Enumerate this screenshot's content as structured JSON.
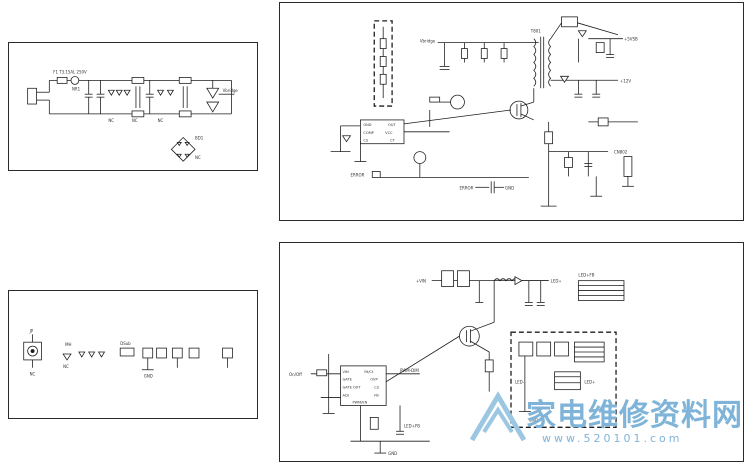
{
  "panel_input": {
    "fuse": "F1 T3.15AL 250V",
    "varistor": "NR1",
    "bridge": "BD1",
    "nc_label": "NC",
    "vbridge": "Vbridge"
  },
  "panel_flyback": {
    "vbridge": "Vbridge",
    "controller_pins": [
      "GND",
      "OUT",
      "COMP",
      "VCC",
      "CS",
      "CT"
    ],
    "transformer": "T801",
    "rail_5vsb": "+5VSB",
    "rail_12v": "+12V",
    "feedback": "ERROR",
    "gnd": "GND",
    "cn_name": "CN802"
  },
  "panel_misc": {
    "jack": "JP",
    "nc_label": "NC",
    "mh_label": "MH",
    "button": "DSub",
    "gnd": "GND"
  },
  "panel_led": {
    "vin": "+VIN",
    "led_pos": "LED+",
    "led_neg": "LED-",
    "led_fb": "LED+FB",
    "ic_pins": [
      "VIN",
      "Rt/Ct",
      "GATE",
      "OVP",
      "GATE OUT",
      "CS",
      "ADJ",
      "FB",
      "PWM/EN"
    ],
    "pwm_dim": "PWM-DIM",
    "gnd": "GND",
    "onoff": "On/Off"
  },
  "watermark": {
    "cn_text": "家电维修资料网",
    "url": "www.520101.com"
  }
}
